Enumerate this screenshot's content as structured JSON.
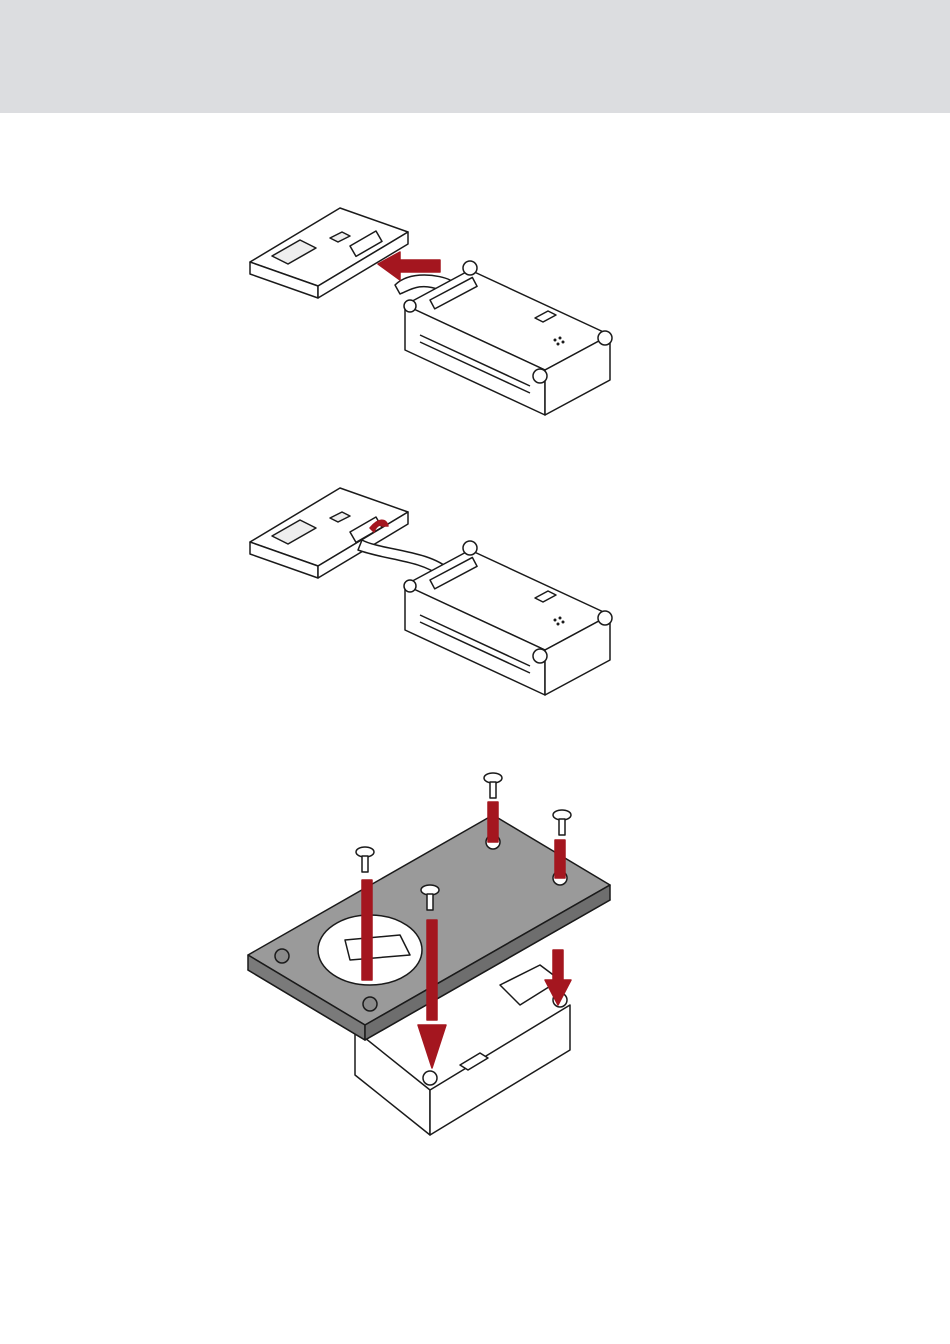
{
  "page": {
    "header_color": "#dcdde0",
    "background": "#ffffff"
  },
  "colors": {
    "arrow_red": "#a4161f",
    "line": "#1a1a1a",
    "cover_grey": "#9a9a9a",
    "cover_dark": "#6e6e6e",
    "part_white": "#ffffff",
    "chip_light": "#eeeeee"
  },
  "figures": [
    {
      "name": "connect-ribbon-cable",
      "icon": "arrow-push-icon"
    },
    {
      "name": "close-connector-latch",
      "icon": "arrow-curved-icon"
    },
    {
      "name": "mount-cover-with-screws",
      "icon": "arrow-down-icon"
    }
  ]
}
